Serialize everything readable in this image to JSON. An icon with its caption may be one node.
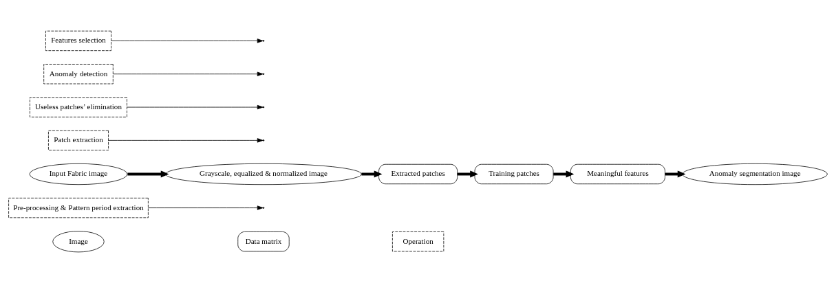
{
  "diagram": {
    "nodes": [
      {
        "text": [
          "Pre-processing & Pattern period extraction"
        ]
      },
      {
        "text": [
          "Input Fabric image"
        ]
      },
      {
        "text": [
          "Grayscale, equalized & normalized image"
        ]
      },
      {
        "text": [
          "Patch extraction"
        ]
      },
      {
        "text": [
          "Extracted patches"
        ]
      },
      {
        "text": [
          "Useless patches’ elimination"
        ]
      },
      {
        "text": [
          "Training patches"
        ]
      },
      {
        "text": [
          "Meaningful features"
        ]
      },
      {
        "text": [
          "Anomaly segmentation image"
        ]
      },
      {
        "text": [
          "Anomaly detection"
        ]
      },
      {
        "text": [
          "Features selection"
        ]
      }
    ],
    "edges": [
      {
        "from": 1,
        "to": 2,
        "arrow": "to",
        "style": "thick"
      },
      {
        "from": 2,
        "to": 4,
        "arrow": "to",
        "style": "thick"
      },
      {
        "from": 4,
        "to": 6,
        "arrow": "to",
        "style": "thick"
      },
      {
        "from": 6,
        "to": 7,
        "arrow": "to",
        "style": "thick"
      },
      {
        "from": 7,
        "to": 8,
        "arrow": "to",
        "style": "thick"
      },
      {
        "from": 0,
        "to": null,
        "arrow": "to"
      },
      {
        "from": 3,
        "to": null,
        "arrow": "to"
      },
      {
        "from": 5,
        "to": null,
        "arrow": "to"
      },
      {
        "from": 10,
        "to": null,
        "arrow": "to"
      },
      {
        "from": 9,
        "to": null,
        "arrow": "to"
      }
    ],
    "legend": [
      {
        "text": "Image"
      },
      {
        "text": "Data matrix"
      },
      {
        "text": "Operation"
      }
    ]
  }
}
